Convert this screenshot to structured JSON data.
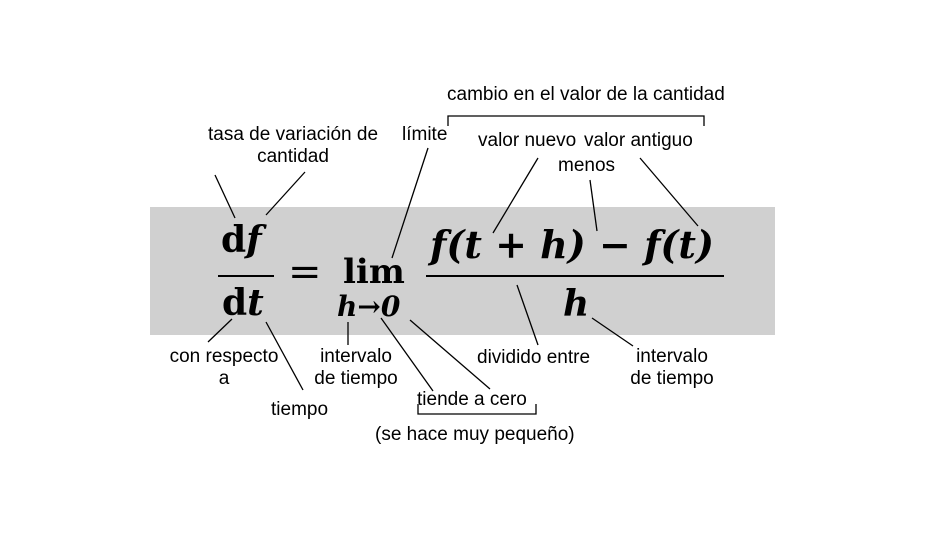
{
  "labels": {
    "rate_of_change": "tasa de variación de\ncantidad",
    "limit": "límite",
    "change_in_value": "cambio en el valor de la cantidad",
    "new_value": "valor nuevo",
    "old_value": "valor antiguo",
    "minus": "menos",
    "with_respect_to": "con respecto\na",
    "time": "tiempo",
    "time_interval_left": "intervalo\nde tiempo",
    "tends_to_zero": "tiende a cero",
    "gets_very_small": "(se hace muy pequeño)",
    "divided_by": "dividido entre",
    "time_interval_right": "intervalo\nde tiempo"
  },
  "equation": {
    "d_top": "d",
    "f_top": "f",
    "d_bottom": "d",
    "t_bottom": "t",
    "equals": "=",
    "lim": "lim",
    "subscript": "h→0",
    "numerator": "f(t + h) − f(t)",
    "denominator": "h"
  },
  "colors": {
    "band": "#d0d0d0",
    "ink": "#000000"
  }
}
